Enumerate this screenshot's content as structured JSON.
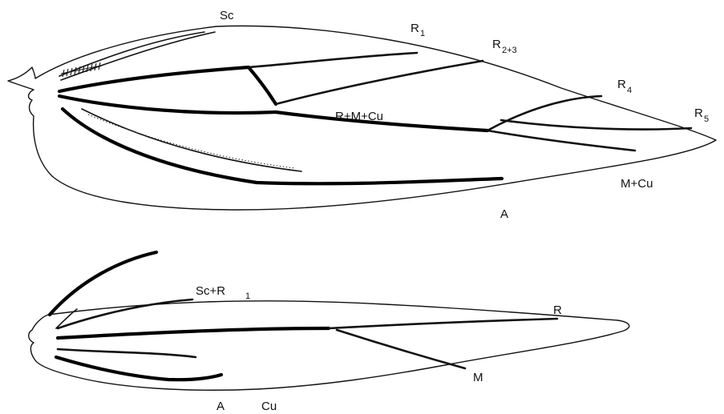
{
  "forewing": {
    "labels": {
      "sc": "Sc",
      "r1": "R",
      "r1_sub": "1",
      "r23": "R",
      "r23_sub": "2+3",
      "r4": "R",
      "r4_sub": "4",
      "r5": "R",
      "r5_sub": "5",
      "rmcu": "R+M+Cu",
      "mcu": "M+Cu",
      "a": "A"
    }
  },
  "hindwing": {
    "labels": {
      "scr1": "Sc+R",
      "scr1_sub": "1",
      "r": "R",
      "m": "M",
      "a": "A",
      "cu": "Cu"
    }
  }
}
